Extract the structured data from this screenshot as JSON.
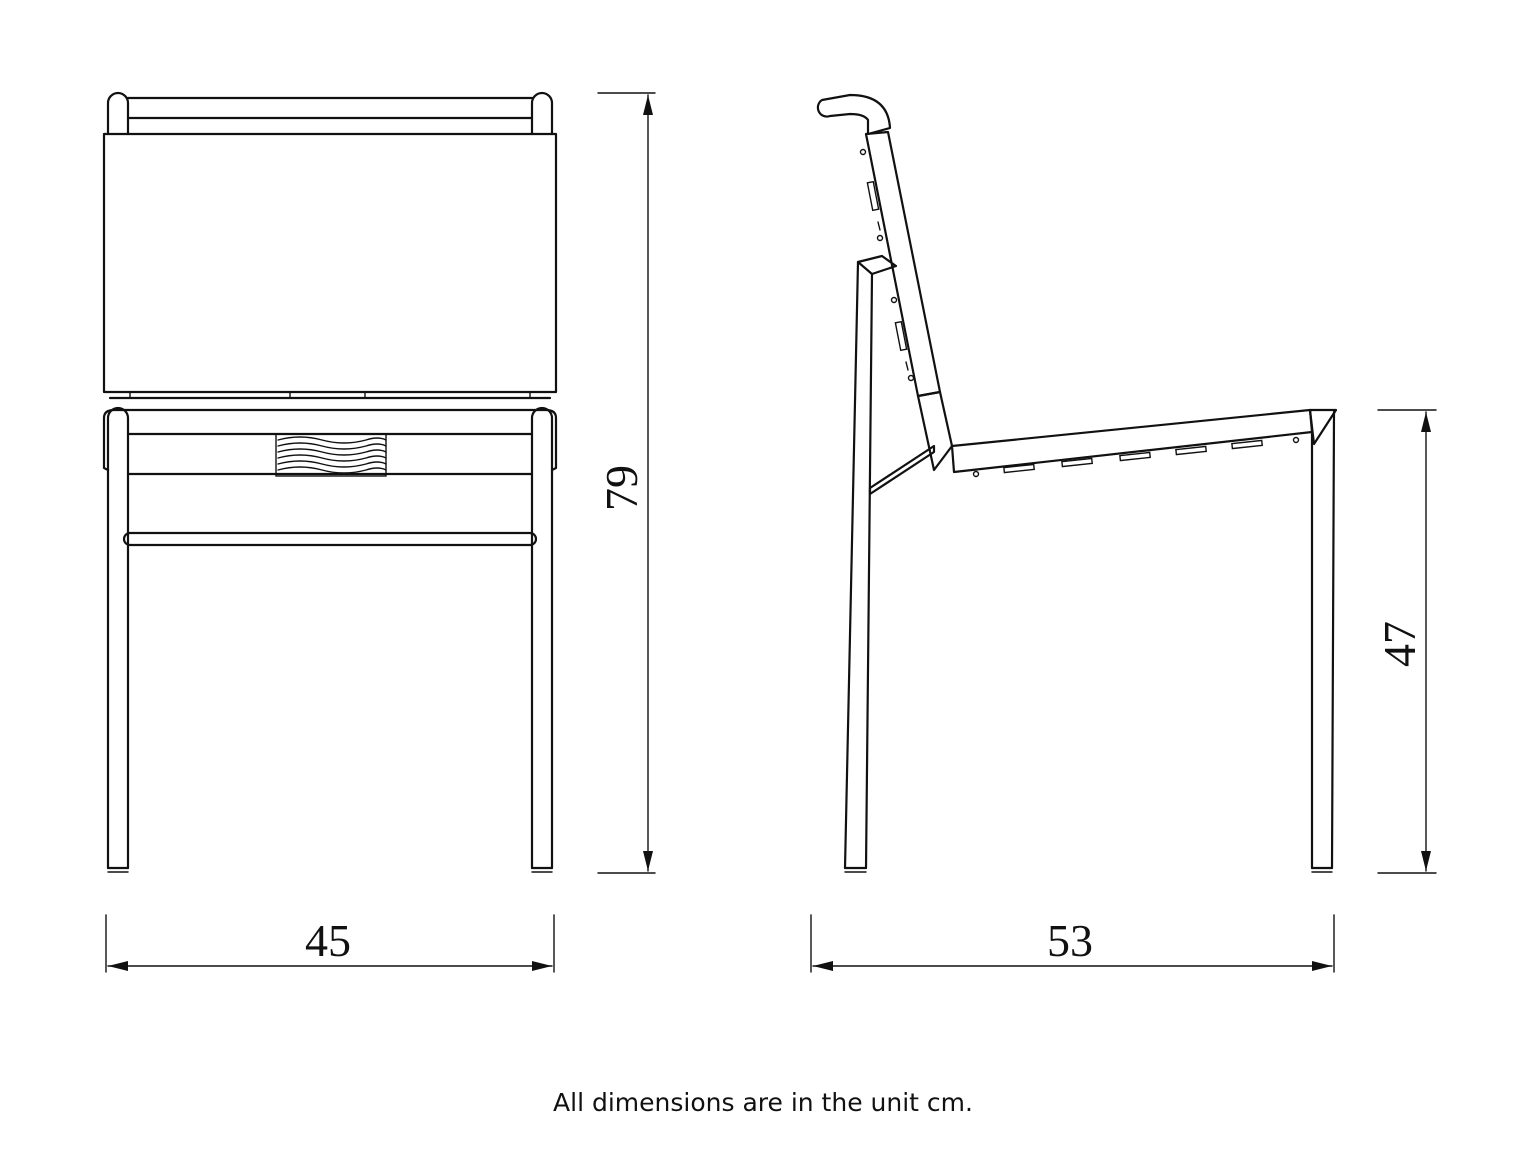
{
  "front_view": {
    "width_label": "45",
    "height_label": "79"
  },
  "side_view": {
    "depth_label": "53",
    "seat_height_label": "47"
  },
  "footnote": "All dimensions are in the unit cm.",
  "colors": {
    "line": "#111111",
    "background": "#ffffff"
  }
}
